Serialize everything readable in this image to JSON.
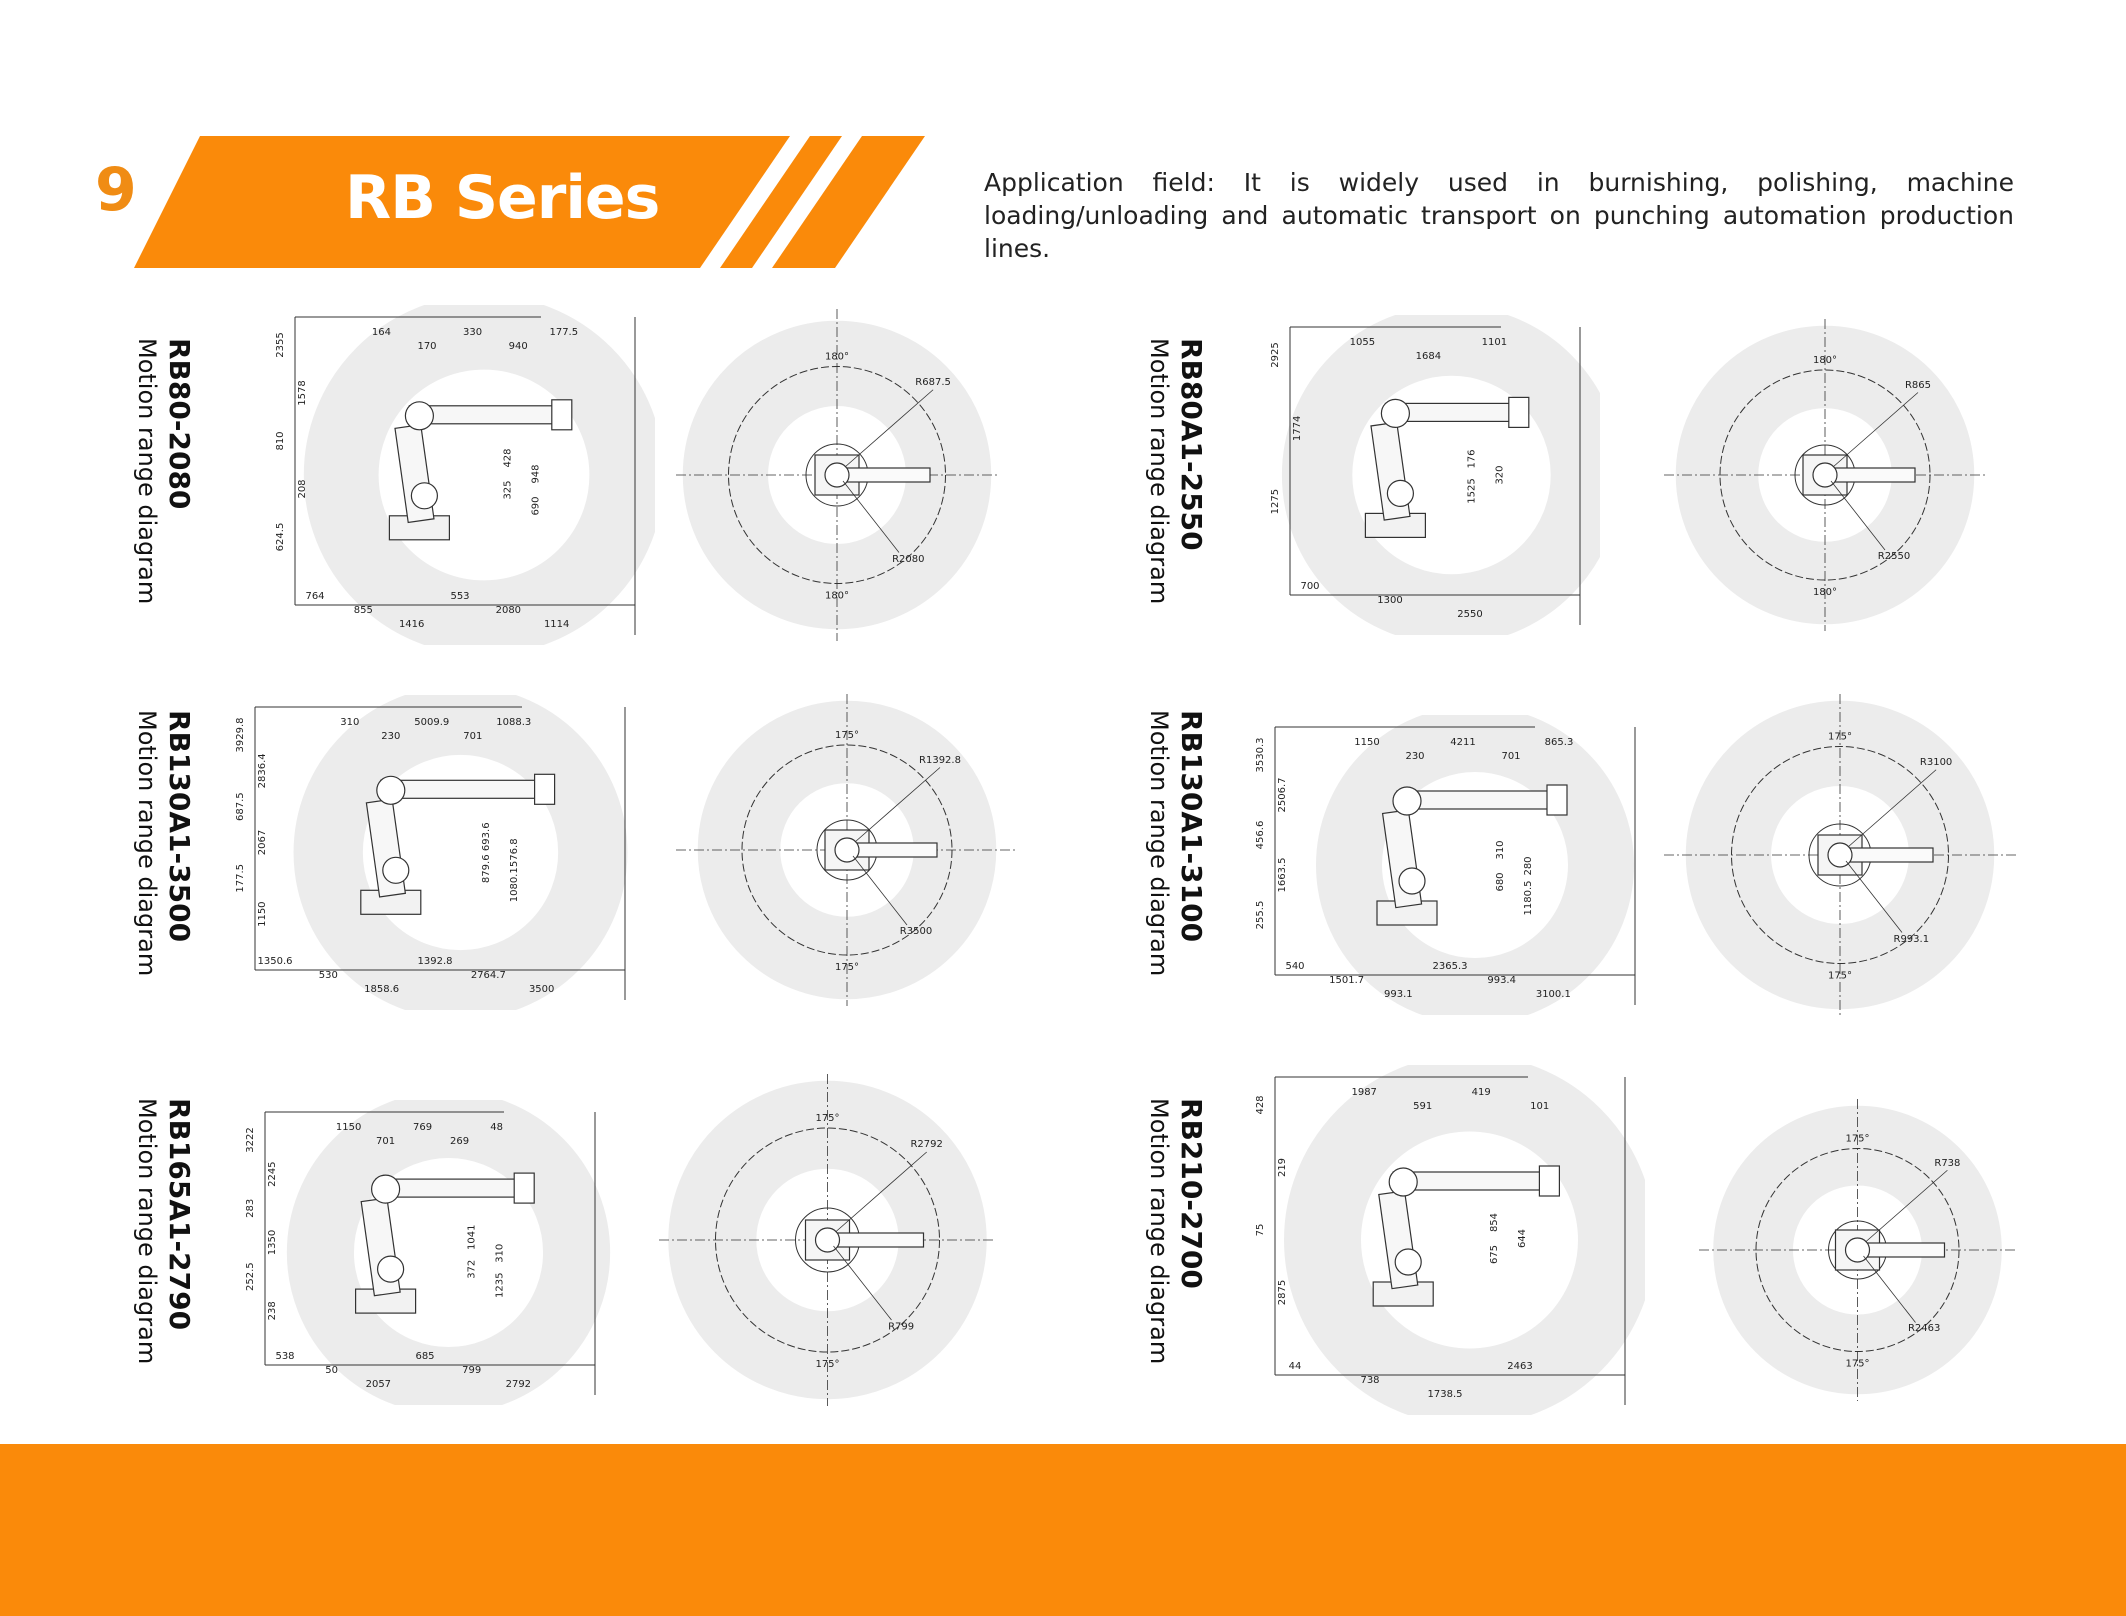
{
  "header": {
    "page_number": "9",
    "series_title": "RB Series",
    "application_field": "Application field: It is widely used in burnishing, polishing, machine loading/unloading and automatic transport on punching automation production lines."
  },
  "colors": {
    "accent": "#fa8a0a",
    "watermark": "#ececec",
    "line": "#333333"
  },
  "subtitle": "Motion range diagram",
  "models": [
    {
      "model": "RB80-2080",
      "side_dims": [
        "2355",
        "1578",
        "810",
        "208",
        "624.5",
        "164",
        "170",
        "330",
        "940",
        "177.5",
        "428",
        "948",
        "325",
        "690",
        "764",
        "855",
        "1416",
        "553",
        "2080",
        "1114"
      ],
      "top_dims": [
        "180°",
        "180°",
        "R687.5",
        "R2080"
      ]
    },
    {
      "model": "RB80A1-2550",
      "side_dims": [
        "2925",
        "1774",
        "1275",
        "1055",
        "1684",
        "1101",
        "176",
        "320",
        "1525",
        "700",
        "1300",
        "2550"
      ],
      "top_dims": [
        "180°",
        "180°",
        "R865",
        "R2550"
      ]
    },
    {
      "model": "RB130A1-3500",
      "side_dims": [
        "3929.8",
        "2836.4",
        "687.5",
        "2067",
        "177.5",
        "1150",
        "310",
        "230",
        "5009.9",
        "701",
        "1088.3",
        "693.6",
        "576.8",
        "879.6",
        "1080.1",
        "1350.6",
        "530",
        "1858.6",
        "1392.8",
        "2764.7",
        "3500"
      ],
      "top_dims": [
        "175°",
        "175°",
        "R1392.8",
        "R3500"
      ]
    },
    {
      "model": "RB130A1-3100",
      "side_dims": [
        "3530.3",
        "2506.7",
        "456.6",
        "1663.5",
        "255.5",
        "1150",
        "230",
        "4211",
        "701",
        "865.3",
        "310",
        "280",
        "680",
        "1180.5",
        "540",
        "1501.7",
        "993.1",
        "2365.3",
        "993.4",
        "3100.1"
      ],
      "top_dims": [
        "175°",
        "175°",
        "R3100",
        "R993.1"
      ]
    },
    {
      "model": "RB165A1-2790",
      "side_dims": [
        "3222",
        "2245",
        "283",
        "1350",
        "252.5",
        "238",
        "1150",
        "701",
        "769",
        "269",
        "48",
        "1041",
        "310",
        "372",
        "1235",
        "538",
        "50",
        "2057",
        "685",
        "799",
        "2792"
      ],
      "top_dims": [
        "175°",
        "175°",
        "R2792",
        "R799"
      ]
    },
    {
      "model": "RB210-2700",
      "side_dims": [
        "428",
        "219",
        "75",
        "2875",
        "1987",
        "591",
        "419",
        "101",
        "854",
        "644",
        "675",
        "44",
        "738",
        "1738.5",
        "2463"
      ],
      "top_dims": [
        "175°",
        "175°",
        "R738",
        "R2463"
      ]
    }
  ]
}
